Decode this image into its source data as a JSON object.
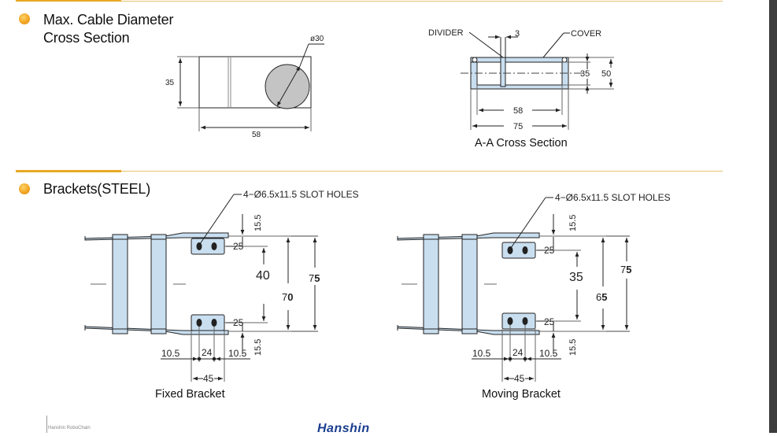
{
  "section1": {
    "title_line1": "Max. Cable Diameter",
    "title_line2": "Cross Section",
    "dims": {
      "diameter": "ø30",
      "height": "35",
      "width": "58"
    }
  },
  "aa_section": {
    "caption": "A-A Cross Section",
    "labels": {
      "divider": "DIVIDER",
      "cover": "COVER",
      "three": "3",
      "h35": "35",
      "h50": "50",
      "w58": "58",
      "w75": "75"
    }
  },
  "section2": {
    "title": "Brackets(STEEL)"
  },
  "fixed_bracket": {
    "caption": "Fixed Bracket",
    "slot": "4−Ø6.5x11.5 SLOT HOLES",
    "d15_top": "15.5",
    "d25_top": "25",
    "inner": "40",
    "mid_a": "7",
    "mid_b": "0",
    "outer_a": "7",
    "outer_b": "5",
    "d25_bot": "25",
    "d15_bot": "15.5",
    "b105l": "10.5",
    "b24": "24",
    "b105r": "10.5",
    "b45": "45"
  },
  "moving_bracket": {
    "caption": "Moving Bracket",
    "slot": "4−Ø6.5x11.5 SLOT HOLES",
    "d15_top": "15.5",
    "d25_top": "25",
    "inner": "35",
    "mid_a": "6",
    "mid_b": "5",
    "outer_a": "7",
    "outer_b": "5",
    "d25_bot": "25",
    "d15_bot": "15.5",
    "b105l": "10.5",
    "b24": "24",
    "b105r": "10.5",
    "b45": "45"
  },
  "footer": {
    "small_text": "Hanshin RoboChain",
    "logo": "Hanshin"
  },
  "colors": {
    "accent": "#e8a923",
    "part_fill": "#c9dff0",
    "line": "#222222"
  }
}
